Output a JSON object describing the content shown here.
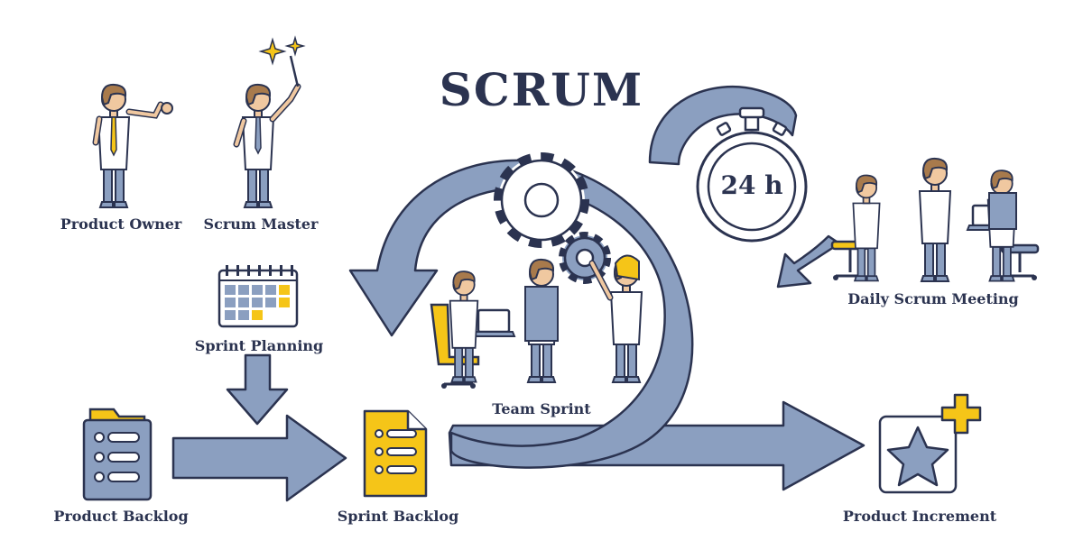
{
  "diagram": {
    "title": "SCRUM",
    "timer": "24 h",
    "roles": {
      "product_owner": "Product Owner",
      "scrum_master": "Scrum Master"
    },
    "labels": {
      "sprint_planning": "Sprint Planning",
      "product_backlog": "Product Backlog",
      "sprint_backlog": "Sprint Backlog",
      "team_sprint": "Team Sprint",
      "daily_scrum_meeting": "Daily Scrum Meeting",
      "product_increment": "Product Increment"
    },
    "colors": {
      "arrow_fill": "#8b9fc0",
      "outline": "#2b3350",
      "accent_yellow": "#f5c518",
      "skin": "#f0c8a0",
      "hair": "#a87a4c"
    }
  }
}
